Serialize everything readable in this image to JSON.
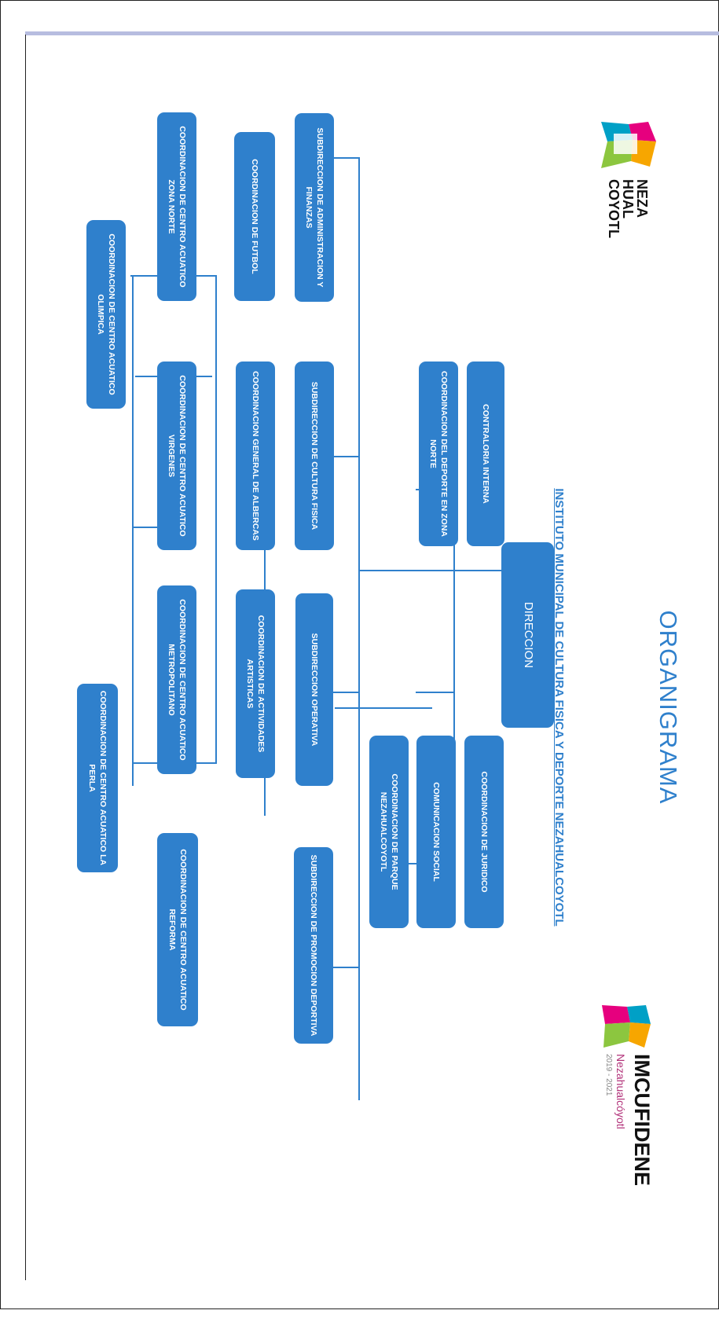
{
  "header": {
    "title": "ORGANIGRAMA",
    "subtitle": "INSTITUTO MUNICIPAL DE CULTURA FISICA Y DEPORTE NEZAHUALCOYOTL"
  },
  "logos": {
    "left": {
      "line1": "NEZA",
      "line2": "HUAL",
      "line3": "COYOTL"
    },
    "right": {
      "name": "IMCUFIDENE",
      "subname": "Nezahualcóyotl",
      "years": "2019 - 2021"
    }
  },
  "org": {
    "direccion": "DIRECCION",
    "contraloria": "CONTRALORIA INTERNA",
    "coord_deporte_norte": "COORDINACION DEL DEPORTE EN ZONA NORTE",
    "coord_juridico": "COORDINACION DE JURIDICO",
    "comunicacion_social": "COMUNICACION SOCIAL",
    "coord_parque": "COORDINACION DE PARQUE NEZAHUALCOYOTL",
    "sub_admin": "SUBDIRECCION DE ADMINISTRACION Y FINANZAS",
    "sub_cultura": "SUBDIRECCION DE CULTURA FISICA",
    "sub_operativa": "SUBDIRECCION OPERATIVA",
    "sub_promocion": "SUBDIRECCION DE PROMOCION DEPORTIVA",
    "coord_futbol": "COORDINACION DE FUTBOL",
    "coord_albercas": "COORDINACION GENERAL DE ALBERCAS",
    "coord_actividades": "COORDINACION DE ACTIVIDADES ARTISTICAS",
    "centro_zona_norte": "COORDINACION DE CENTRO ACUATICO ZONA NORTE",
    "centro_virgenes": "COORDINACION DE CENTRO ACUATICO VIRGENES",
    "centro_metropolitano": "COORDINACION DE CENTRO ACUATICO METROPOLITANO",
    "centro_reforma": "COORDINACION DE CENTRO ACUATICO REFORMA",
    "centro_olimpica": "COORDINACION DE CENTRO ACUATICO OLIMPICA",
    "centro_perla": "COORDINACION DE CENTRO ACUATICO LA PERLA"
  },
  "colors": {
    "box": "#2f80cc",
    "title": "#2f80cc"
  }
}
